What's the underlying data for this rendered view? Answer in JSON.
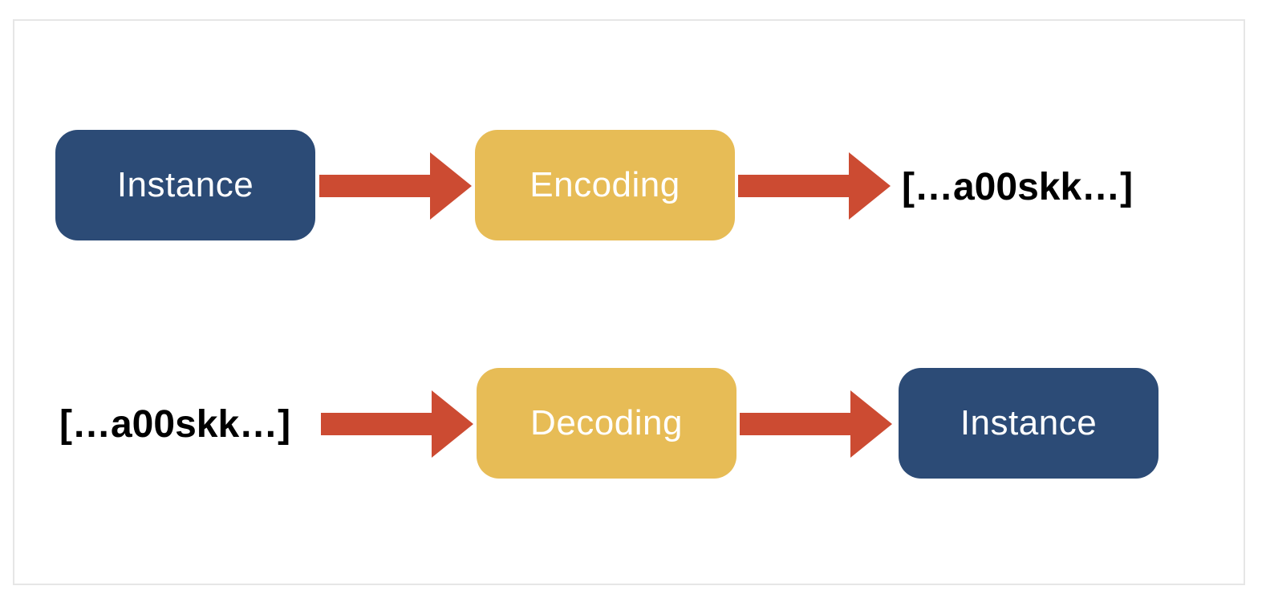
{
  "colors": {
    "instance_box": "#2c4b76",
    "process_box": "#e7bc56",
    "arrow": "#cc4b32",
    "text_on_box": "#ffffff",
    "code_text": "#000000"
  },
  "encoding_row": {
    "input_label": "Instance",
    "process_label": "Encoding",
    "output_label": "[…a00skk…]"
  },
  "decoding_row": {
    "input_label": "[…a00skk…]",
    "process_label": "Decoding",
    "output_label": "Instance"
  }
}
